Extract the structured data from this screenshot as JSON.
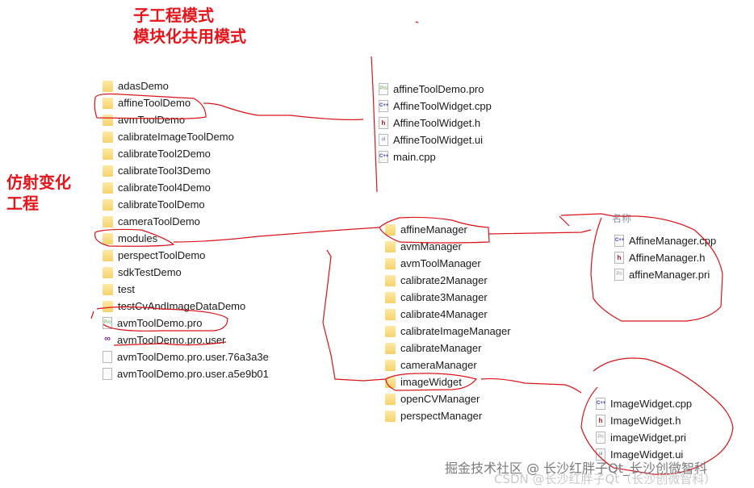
{
  "annotations": {
    "title_line1": "子工程模式",
    "title_line2": "模块化共用模式",
    "left_line1": "仿射变化",
    "left_line2": "工程",
    "color": "#e8141b"
  },
  "root_list": [
    {
      "name": "adasDemo",
      "type": "folder"
    },
    {
      "name": "affineToolDemo",
      "type": "folder"
    },
    {
      "name": "avmToolDemo",
      "type": "folder"
    },
    {
      "name": "calibrateImageToolDemo",
      "type": "folder"
    },
    {
      "name": "calibrateTool2Demo",
      "type": "folder"
    },
    {
      "name": "calibrateTool3Demo",
      "type": "folder"
    },
    {
      "name": "calibrateTool4Demo",
      "type": "folder"
    },
    {
      "name": "calibrateToolDemo",
      "type": "folder"
    },
    {
      "name": "cameraToolDemo",
      "type": "folder"
    },
    {
      "name": "modules",
      "type": "folder"
    },
    {
      "name": "perspectToolDemo",
      "type": "folder"
    },
    {
      "name": "sdkTestDemo",
      "type": "folder"
    },
    {
      "name": "test",
      "type": "folder"
    },
    {
      "name": "testCvAndImageDataDemo",
      "type": "folder"
    },
    {
      "name": "avmToolDemo.pro",
      "type": "pro"
    },
    {
      "name": "avmToolDemo.pro.user",
      "type": "vs"
    },
    {
      "name": "avmToolDemo.pro.user.76a3a3e",
      "type": "blank"
    },
    {
      "name": "avmToolDemo.pro.user.a5e9b01",
      "type": "blank"
    }
  ],
  "affine_tool_demo_list": [
    {
      "name": "affineToolDemo.pro",
      "type": "pro"
    },
    {
      "name": "AffineToolWidget.cpp",
      "type": "cpp"
    },
    {
      "name": "AffineToolWidget.h",
      "type": "h"
    },
    {
      "name": "AffineToolWidget.ui",
      "type": "ui"
    },
    {
      "name": "main.cpp",
      "type": "cpp"
    }
  ],
  "modules_list": [
    {
      "name": "affineManager",
      "type": "folder"
    },
    {
      "name": "avmManager",
      "type": "folder"
    },
    {
      "name": "avmToolManager",
      "type": "folder"
    },
    {
      "name": "calibrate2Manager",
      "type": "folder"
    },
    {
      "name": "calibrate3Manager",
      "type": "folder"
    },
    {
      "name": "calibrate4Manager",
      "type": "folder"
    },
    {
      "name": "calibrateImageManager",
      "type": "folder"
    },
    {
      "name": "calibrateManager",
      "type": "folder"
    },
    {
      "name": "cameraManager",
      "type": "folder"
    },
    {
      "name": "imageWidget",
      "type": "folder"
    },
    {
      "name": "openCVManager",
      "type": "folder"
    },
    {
      "name": "perspectManager",
      "type": "folder"
    }
  ],
  "affine_manager_header": "名称",
  "affine_manager_list": [
    {
      "name": "AffineManager.cpp",
      "type": "cpp"
    },
    {
      "name": "AffineManager.h",
      "type": "h"
    },
    {
      "name": "affineManager.pri",
      "type": "pri"
    }
  ],
  "image_widget_list": [
    {
      "name": "ImageWidget.cpp",
      "type": "cpp"
    },
    {
      "name": "ImageWidget.h",
      "type": "h"
    },
    {
      "name": "imageWidget.pri",
      "type": "pri"
    },
    {
      "name": "ImageWidget.ui",
      "type": "ui"
    }
  ],
  "watermarks": {
    "juejin": "掘金技术社区 @ 长沙红胖子Qt_长沙创微智科",
    "csdn": "CSDN @长沙红胖子Qt（长沙创微智科）"
  }
}
